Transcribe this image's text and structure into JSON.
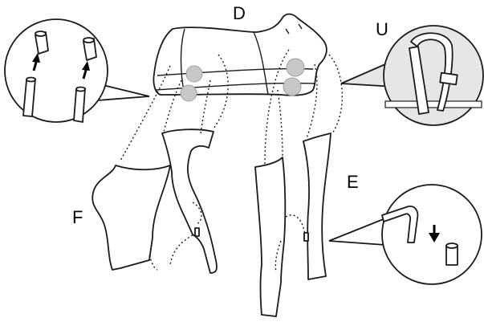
{
  "labels": {
    "D": "D",
    "U": "U",
    "E": "E",
    "F": "F"
  },
  "icons": {
    "up_arrow": "up-arrow-icon",
    "down_arrow": "down-arrow-icon"
  }
}
